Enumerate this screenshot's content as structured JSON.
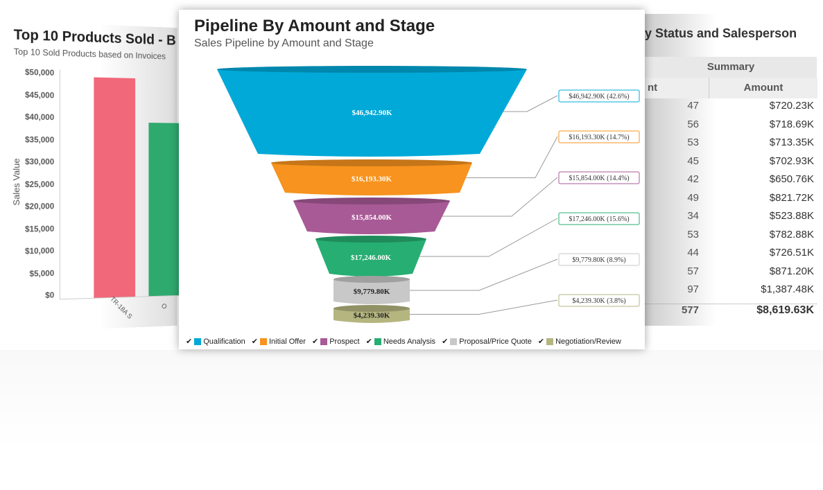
{
  "left_panel": {
    "title": "Top 10 Products Sold - B",
    "subtitle": "Top 10 Sold Products based on Invoices",
    "ylabel": "Sales Value",
    "chart_data": {
      "type": "bar",
      "title": "Top 10 Products Sold - B",
      "ylabel": "Sales Value",
      "ylim": [
        0,
        50000
      ],
      "yticks": [
        "$50,000",
        "$45,000",
        "$40,000",
        "$35,000",
        "$30,000",
        "$25,000",
        "$20,000",
        "$15,000",
        "$10,000",
        "$5,000",
        "$0"
      ],
      "categories": [
        "TR-18A S",
        "O"
      ],
      "values": [
        50200,
        40000
      ],
      "colors": [
        "#f0687a",
        "#2eaa6e"
      ]
    }
  },
  "center_panel": {
    "title": "Pipeline By Amount and Stage",
    "subtitle": "Sales Pipeline by Amount and Stage",
    "chart_data": {
      "type": "funnel",
      "title": "Pipeline By Amount and Stage",
      "subtitle": "Sales Pipeline by Amount and Stage",
      "stages": [
        {
          "name": "Qualification",
          "value_label": "$46,942.90K",
          "callout": "$46,942.90K (42.6%)",
          "value": 46942.9,
          "percent": 42.6,
          "color": "#00a9d8"
        },
        {
          "name": "Initial Offer",
          "value_label": "$16,193.30K",
          "callout": "$16,193.30K (14.7%)",
          "value": 16193.3,
          "percent": 14.7,
          "color": "#f7931e"
        },
        {
          "name": "Prospect",
          "value_label": "$15,854.00K",
          "callout": "$15,854.00K (14.4%)",
          "value": 15854.0,
          "percent": 14.4,
          "color": "#a85a96"
        },
        {
          "name": "Needs Analysis",
          "value_label": "$17,246.00K",
          "callout": "$17,246.00K (15.6%)",
          "value": 17246.0,
          "percent": 15.6,
          "color": "#27ae72"
        },
        {
          "name": "Proposal/Price Quote",
          "value_label": "$9,779.80K",
          "callout": "$9,779.80K (8.9%)",
          "value": 9779.8,
          "percent": 8.9,
          "color": "#c8c8c8"
        },
        {
          "name": "Negotiation/Review",
          "value_label": "$4,239.30K",
          "callout": "$4,239.30K (3.8%)",
          "value": 4239.3,
          "percent": 3.8,
          "color": "#b5b580"
        }
      ],
      "legend": "bottom"
    }
  },
  "right_panel": {
    "title": "y Status and Salesperson",
    "group_header": "Summary",
    "col_count": "nt",
    "col_amount": "Amount",
    "rows": [
      [
        "47",
        "$720.23K"
      ],
      [
        "56",
        "$718.69K"
      ],
      [
        "53",
        "$713.35K"
      ],
      [
        "45",
        "$702.93K"
      ],
      [
        "42",
        "$650.76K"
      ],
      [
        "49",
        "$821.72K"
      ],
      [
        "34",
        "$523.88K"
      ],
      [
        "53",
        "$782.88K"
      ],
      [
        "44",
        "$726.51K"
      ],
      [
        "57",
        "$871.20K"
      ],
      [
        "97",
        "$1,387.48K"
      ]
    ],
    "total": [
      "577",
      "$8,619.63K"
    ]
  },
  "checkmark": "✔"
}
